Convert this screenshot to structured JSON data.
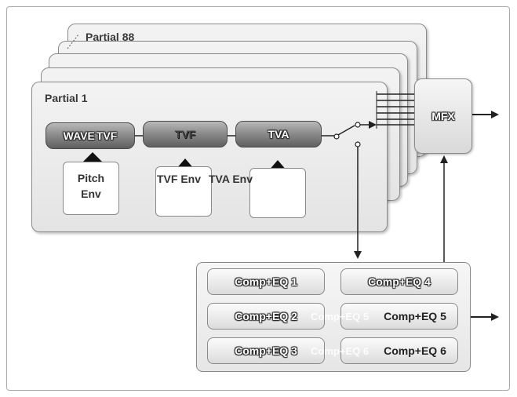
{
  "partials": {
    "back_label": "Partial 88",
    "front_label": "Partial 1"
  },
  "chain": {
    "wave": "WAVE",
    "wave_overlay": "TVF",
    "tvf": "TVF",
    "tva": "TVA"
  },
  "envelopes": {
    "pitch_line1": "Pitch",
    "pitch_line2": "Env",
    "tvf_env": "TVF Env",
    "tva_env": "TVA Env"
  },
  "mfx": "MFX",
  "comp_eq": {
    "items": [
      "Comp+EQ 1",
      "Comp+EQ 2",
      "Comp+EQ 3",
      "Comp+EQ 4",
      "Comp+EQ 5",
      "Comp+EQ 6"
    ],
    "ghost_5": "Comp+EQ 5",
    "ghost_6": "Comp+EQ 6"
  },
  "colors": {
    "block_dark": "#5f5f5f",
    "wire": "#222222"
  }
}
